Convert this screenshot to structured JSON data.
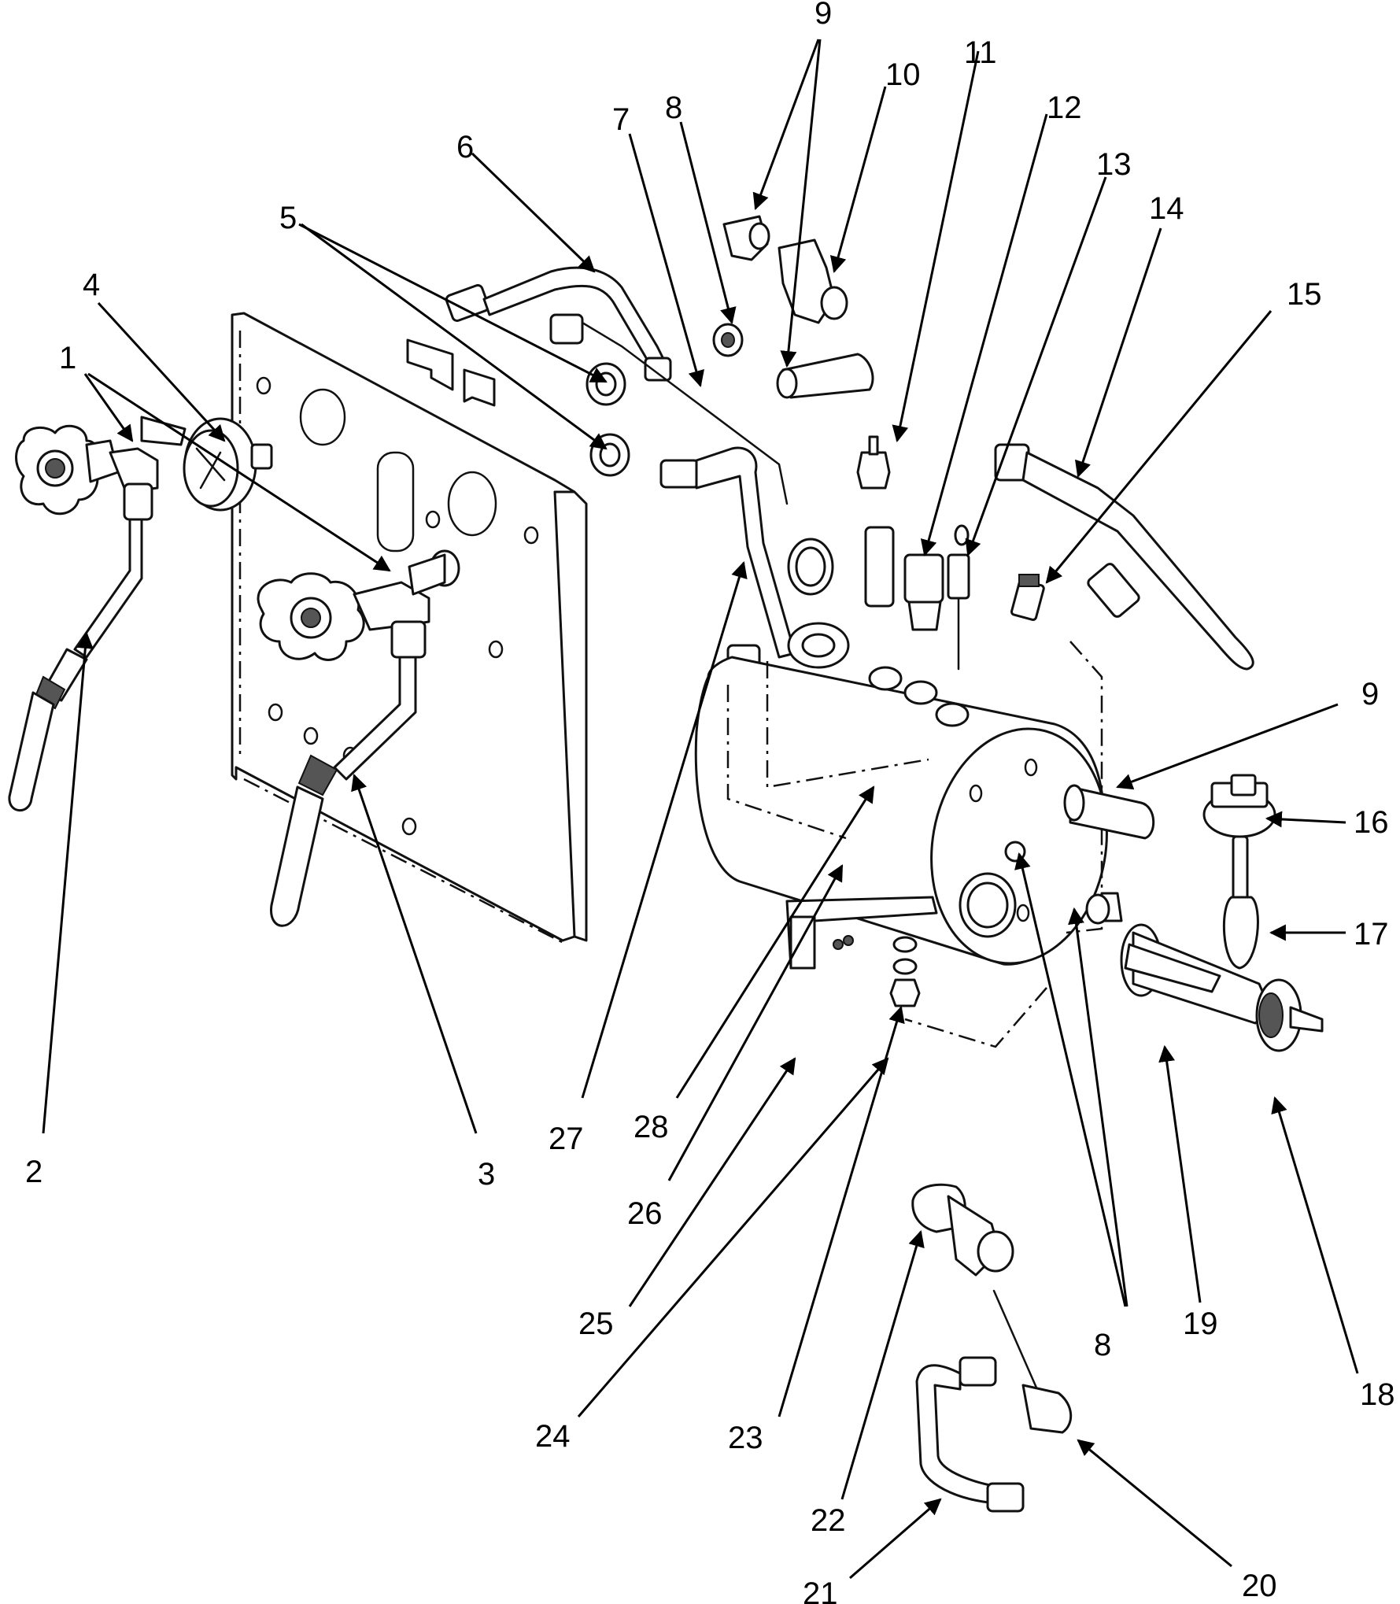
{
  "figure": {
    "type": "exploded-parts-diagram",
    "background": "#ffffff",
    "line_color": "#000000"
  },
  "callouts": {
    "c1": "1",
    "c2": "2",
    "c3": "3",
    "c4": "4",
    "c5": "5",
    "c6": "6",
    "c7": "7",
    "c8a": "8",
    "c8b": "8",
    "c9a": "9",
    "c9b": "9",
    "c10": "10",
    "c11": "11",
    "c12": "12",
    "c13": "13",
    "c14": "14",
    "c15": "15",
    "c16": "16",
    "c17": "17",
    "c18": "18",
    "c19": "19",
    "c20": "20",
    "c21": "21",
    "c22": "22",
    "c23": "23",
    "c24": "24",
    "c25": "25",
    "c26": "26",
    "c27": "27",
    "c28": "28"
  }
}
